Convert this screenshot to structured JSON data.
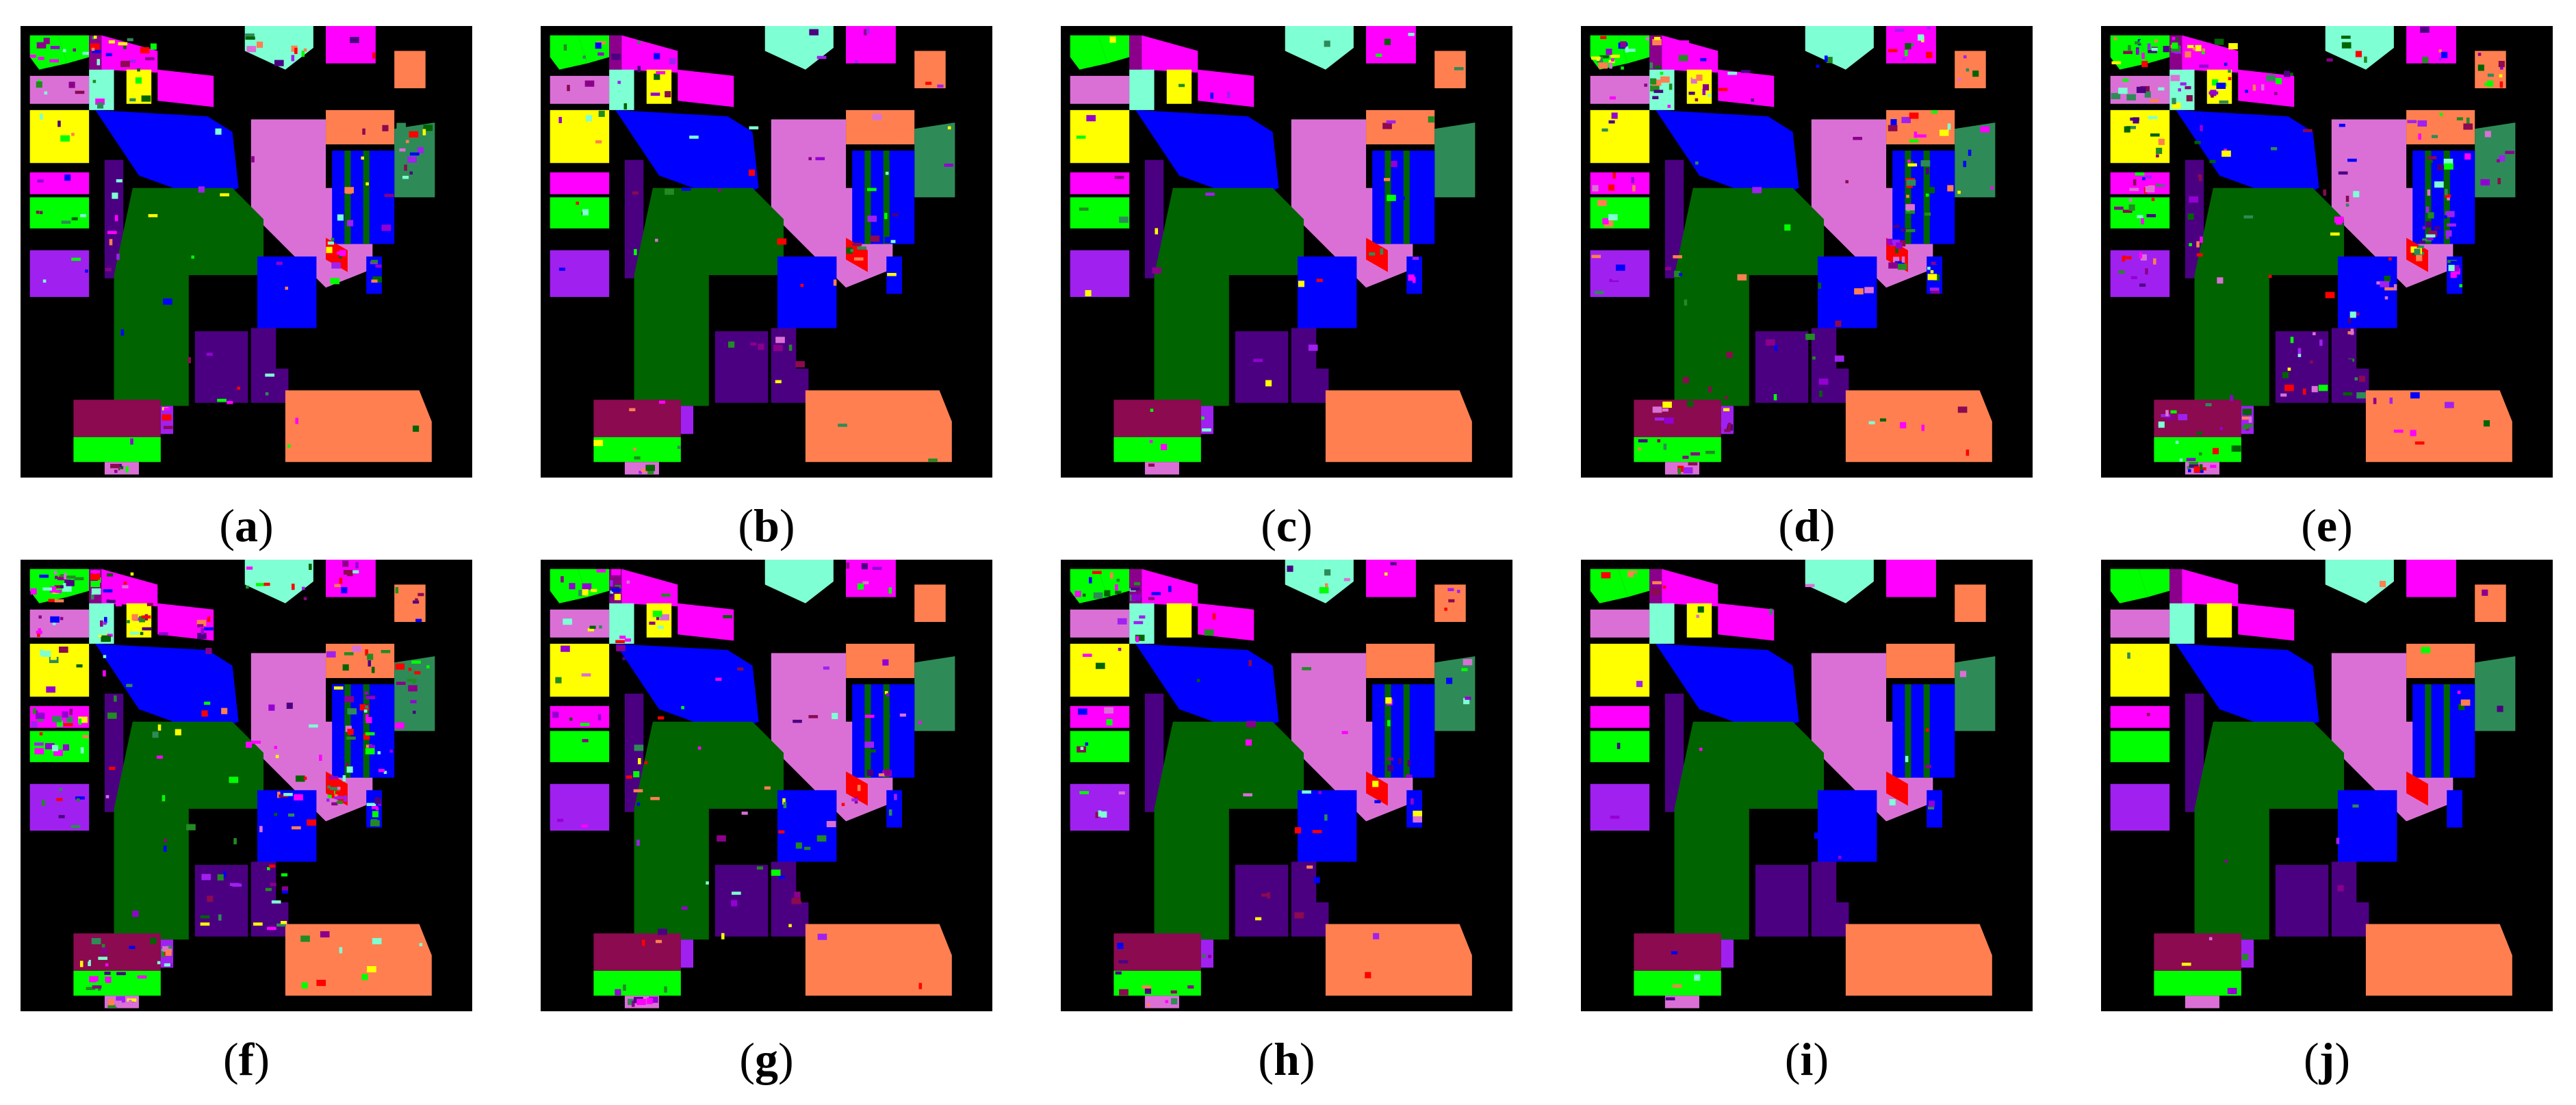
{
  "figure": {
    "panels": [
      {
        "id": "a",
        "caption_open": "(",
        "letter": "a",
        "caption_close": ")",
        "noise": 0.16
      },
      {
        "id": "b",
        "caption_open": "(",
        "letter": "b",
        "caption_close": ")",
        "noise": 0.1
      },
      {
        "id": "c",
        "caption_open": "(",
        "letter": "c",
        "caption_close": ")",
        "noise": 0.05
      },
      {
        "id": "d",
        "caption_open": "(",
        "letter": "d",
        "caption_close": ")",
        "noise": 0.22
      },
      {
        "id": "e",
        "caption_open": "(",
        "letter": "e",
        "caption_close": ")",
        "noise": 0.32
      },
      {
        "id": "f",
        "caption_open": "(",
        "letter": "f",
        "caption_close": ")",
        "noise": 0.36
      },
      {
        "id": "g",
        "caption_open": "(",
        "letter": "g",
        "caption_close": ")",
        "noise": 0.14
      },
      {
        "id": "h",
        "caption_open": "(",
        "letter": "h",
        "caption_close": ")",
        "noise": 0.12
      },
      {
        "id": "i",
        "caption_open": "(",
        "letter": "i",
        "caption_close": ")",
        "noise": 0.03
      },
      {
        "id": "j",
        "caption_open": "(",
        "letter": "j",
        "caption_close": ")",
        "noise": 0.02
      }
    ],
    "class_colors": [
      "#00ff00",
      "#ff00ff",
      "#7fffd4",
      "#0000ff",
      "#da70d6",
      "#ffff00",
      "#8b0a50",
      "#228b22",
      "#ff7f50",
      "#2e8b57",
      "#4b0082",
      "#a020f0",
      "#ff0000",
      "#006400",
      "#9400d3",
      "#8b008b"
    ],
    "background_color": "#000000"
  }
}
